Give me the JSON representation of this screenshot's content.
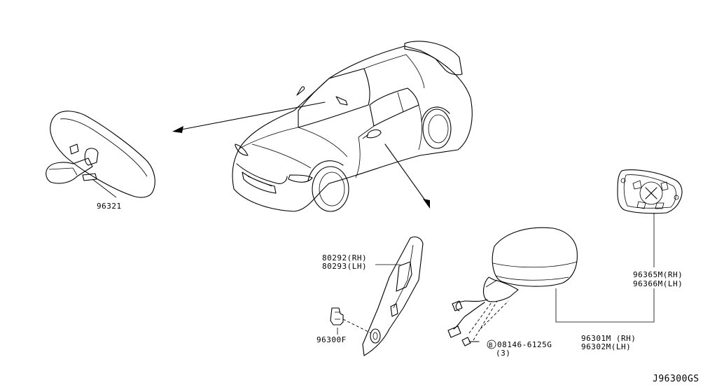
{
  "diagram_code": "J96300GS",
  "parts": {
    "inside_mirror": "96321",
    "finisher_rh": "80292(RH)",
    "finisher_lh": "80293(LH)",
    "clip": "96300F",
    "mirror_assy_rh": "96301M (RH)",
    "mirror_assy_lh": "96302M(LH)",
    "glass_rh": "96365M(RH)",
    "glass_lh": "96366M(LH)",
    "bolt_symbol": "B",
    "bolt": "08146-6125G",
    "bolt_qty": "(3)"
  }
}
